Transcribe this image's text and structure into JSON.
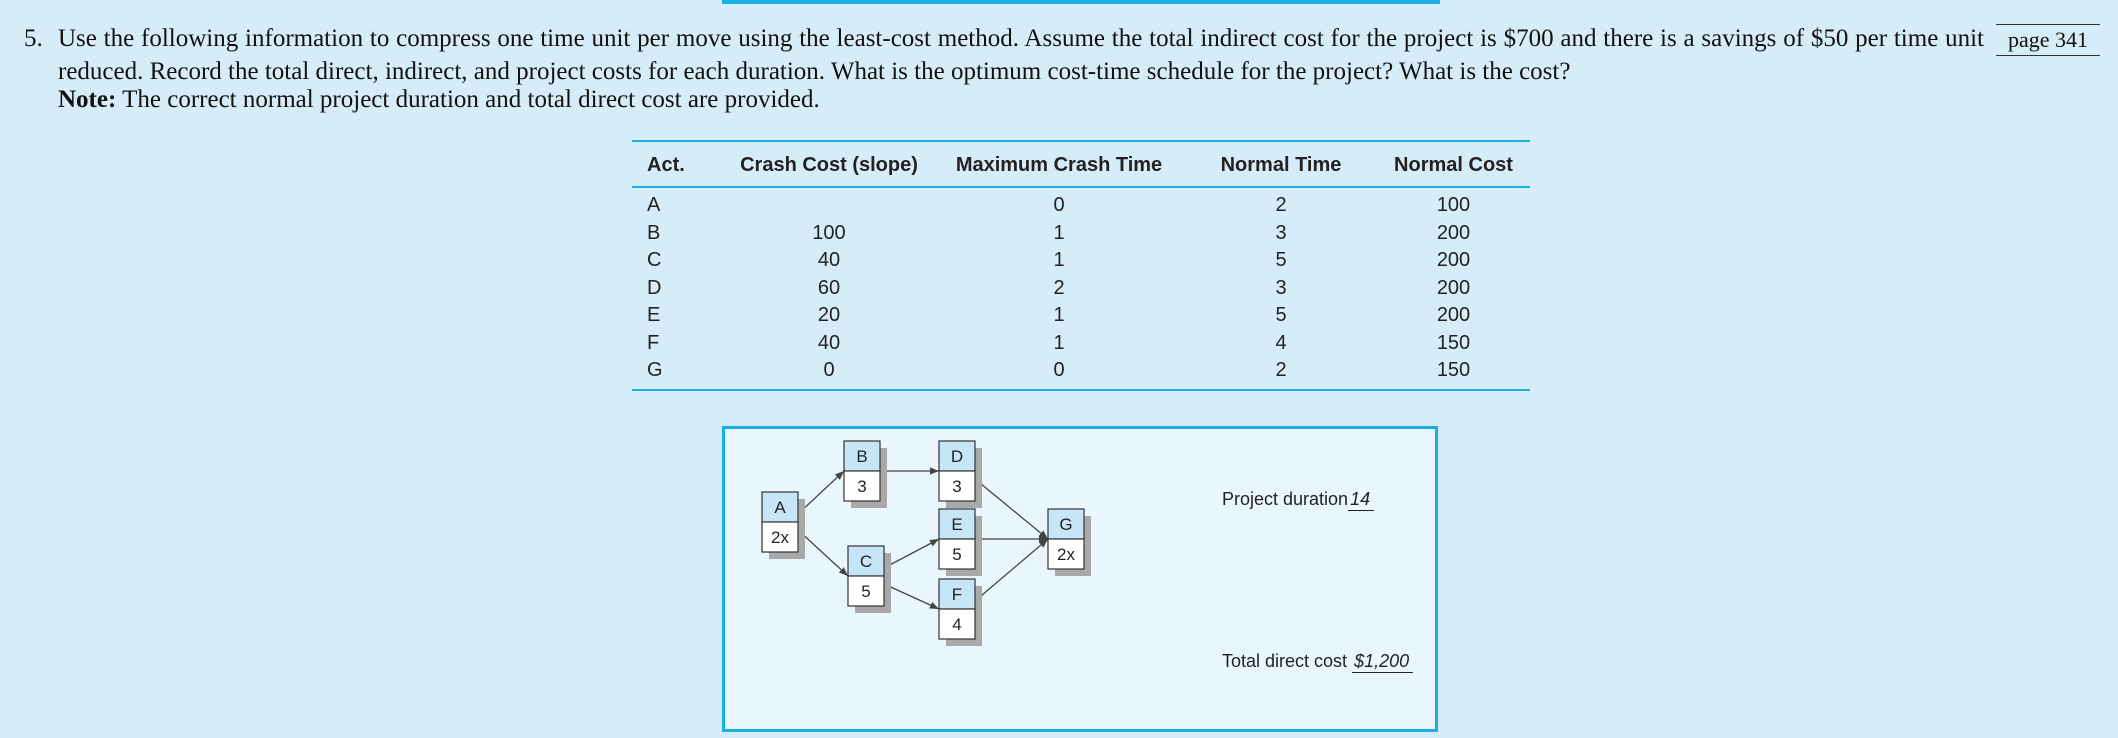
{
  "problem": {
    "number": "5.",
    "text": "Use the following information to compress one time unit per move using the least-cost method. Assume the total indirect cost for the project is $700 and there is a savings of $50 per time unit reduced. Record the total direct, indirect, and project costs for each duration. What is the optimum cost-time schedule for the project? What is the cost?",
    "note_label": "Note:",
    "note_text": " The correct normal project duration and total direct cost are provided.",
    "page_ref": "page 341"
  },
  "table": {
    "headers": [
      "Act.",
      "Crash Cost (slope)",
      "Maximum Crash Time",
      "Normal Time",
      "Normal Cost"
    ],
    "rows": [
      [
        "A",
        "",
        "0",
        "2",
        "100"
      ],
      [
        "B",
        "100",
        "1",
        "3",
        "200"
      ],
      [
        "C",
        "40",
        "1",
        "5",
        "200"
      ],
      [
        "D",
        "60",
        "2",
        "3",
        "200"
      ],
      [
        "E",
        "20",
        "1",
        "5",
        "200"
      ],
      [
        "F",
        "40",
        "1",
        "4",
        "150"
      ],
      [
        "G",
        "0",
        "0",
        "2",
        "150"
      ]
    ]
  },
  "network": {
    "nodes": [
      {
        "id": "A",
        "dur": "2x"
      },
      {
        "id": "B",
        "dur": "3"
      },
      {
        "id": "C",
        "dur": "5"
      },
      {
        "id": "D",
        "dur": "3"
      },
      {
        "id": "E",
        "dur": "5"
      },
      {
        "id": "F",
        "dur": "4"
      },
      {
        "id": "G",
        "dur": "2x"
      }
    ],
    "edges": [
      [
        "A",
        "B"
      ],
      [
        "A",
        "C"
      ],
      [
        "B",
        "D"
      ],
      [
        "C",
        "E"
      ],
      [
        "C",
        "F"
      ],
      [
        "D",
        "G"
      ],
      [
        "E",
        "G"
      ],
      [
        "F",
        "G"
      ]
    ],
    "duration_label": "Project duration",
    "duration_value": "14",
    "cost_label": "Total direct cost",
    "cost_value": "$1,200"
  },
  "colors": {
    "accent": "#1ab0e4",
    "background": "#d6edf9",
    "panel": "#eaf6fd",
    "node_header": "#c6e6f7",
    "shadow": "#a9a9a9"
  }
}
